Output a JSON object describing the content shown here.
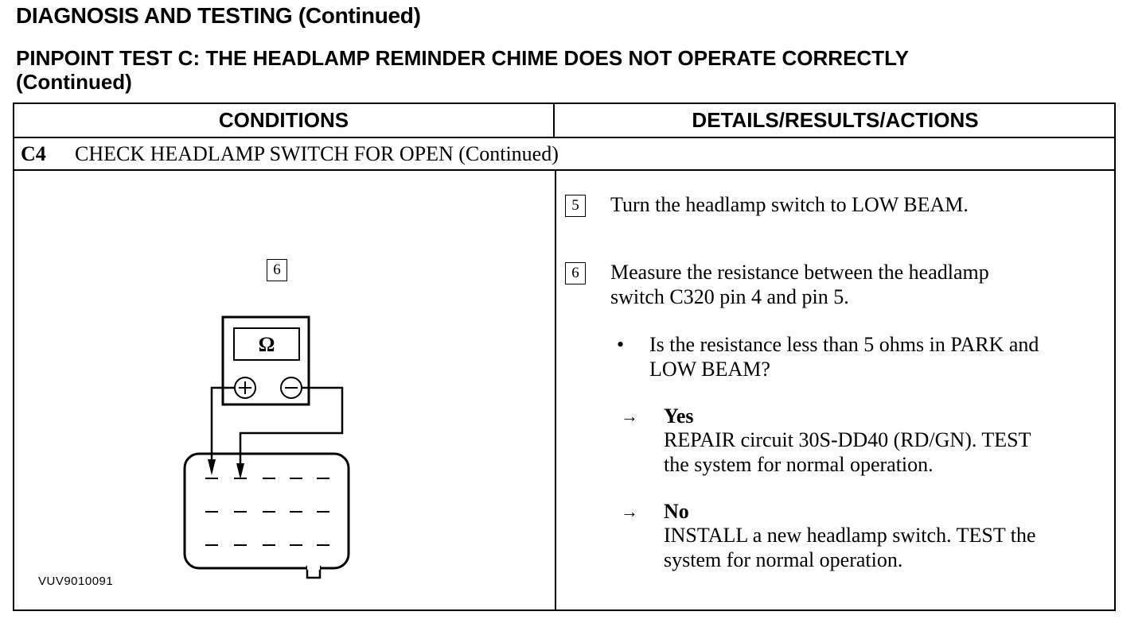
{
  "header": {
    "title": "DIAGNOSIS AND TESTING (Continued)",
    "subtitle_line1": "PINPOINT TEST C: THE HEADLAMP REMINDER CHIME DOES NOT OPERATE CORRECTLY",
    "subtitle_line2": "(Continued)"
  },
  "table": {
    "col_conditions": "CONDITIONS",
    "col_details": "DETAILS/RESULTS/ACTIONS",
    "step_id": "C4",
    "step_title": "CHECK HEADLAMP SWITCH FOR OPEN (Continued)"
  },
  "figure": {
    "step_marker": "6",
    "meter_symbol": "Ω",
    "plus_symbol": "+",
    "minus_symbol": "−",
    "code": "VUV9010091"
  },
  "steps": [
    {
      "number": "5",
      "text": "Turn the headlamp switch to LOW BEAM."
    },
    {
      "number": "6",
      "line1": "Measure the resistance between the headlamp",
      "line2": "switch C320 pin 4 and pin 5."
    }
  ],
  "question": {
    "bullet": "•",
    "line1": "Is the resistance less than 5 ohms in PARK and",
    "line2": "LOW BEAM?"
  },
  "answers": [
    {
      "arrow": "→",
      "label": "Yes",
      "line1": "REPAIR circuit 30S-DD40 (RD/GN). TEST",
      "line2": "the system for normal operation."
    },
    {
      "arrow": "→",
      "label": "No",
      "line1": "INSTALL a new headlamp switch. TEST the",
      "line2": "system for normal operation."
    }
  ]
}
